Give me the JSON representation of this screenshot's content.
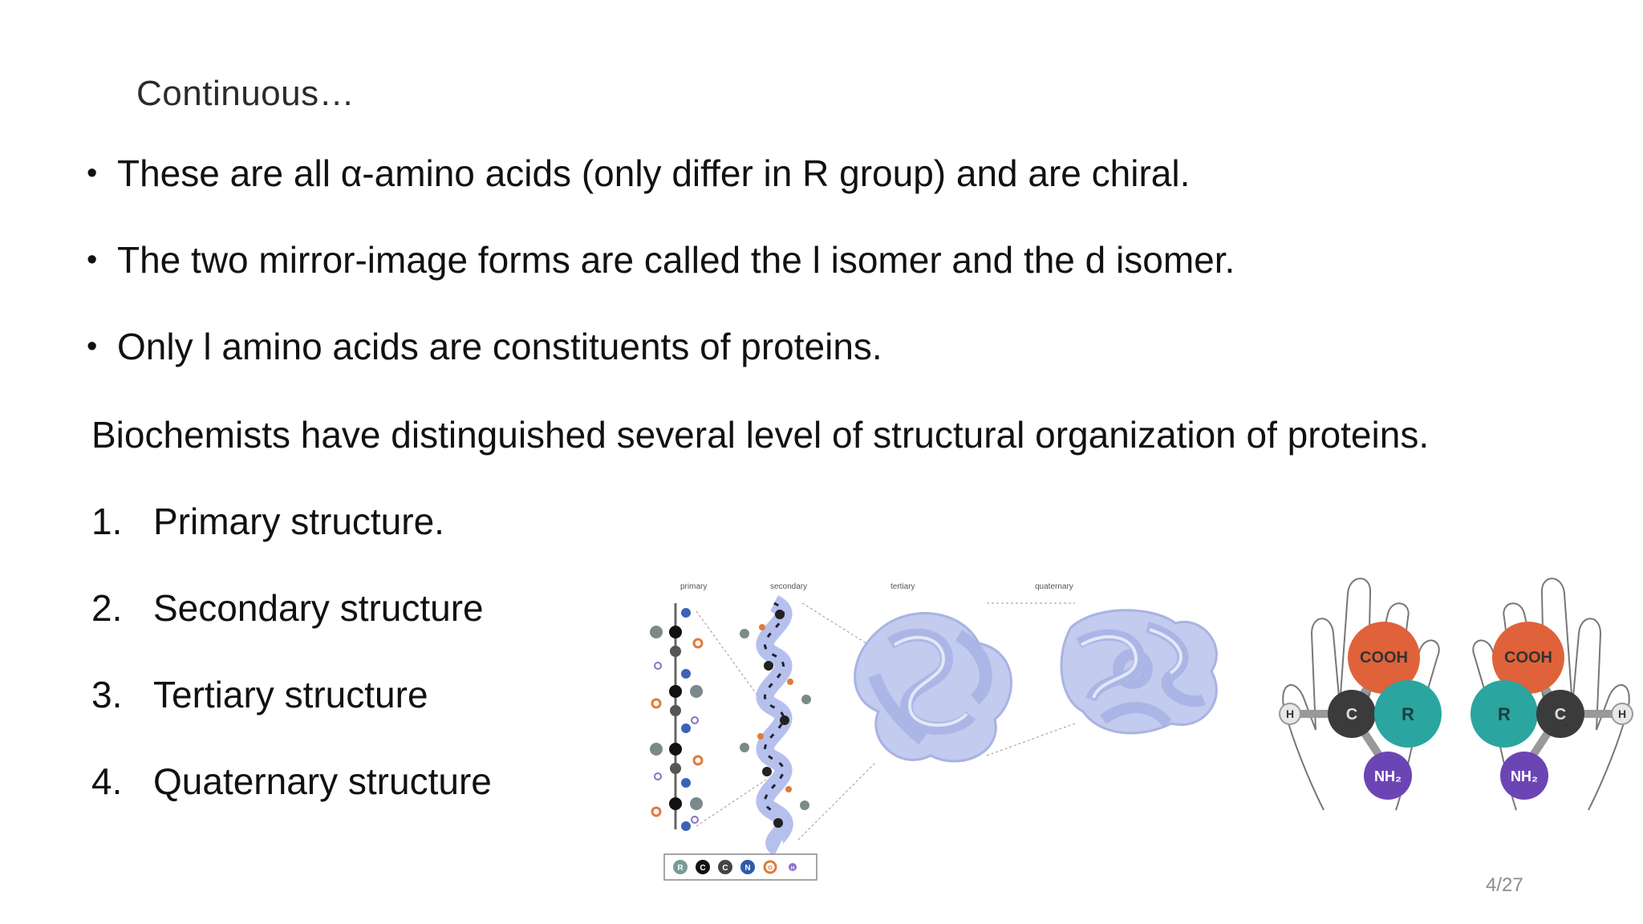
{
  "slide": {
    "title": "Continuous…",
    "bullets": [
      {
        "symbol": "•",
        "text": "These are all α-amino acids (only differ in R group) and are chiral."
      },
      {
        "symbol": "•",
        "text": "The two mirror-image forms are called the l isomer and the d isomer."
      },
      {
        "symbol": "•",
        "text": "Only l amino acids are constituents of proteins."
      }
    ],
    "paragraph": "Biochemists have distinguished several level of structural  organization of proteins.",
    "numbered_list": [
      {
        "number": "1.",
        "text": "Primary structure."
      },
      {
        "number": "2.",
        "text": "Secondary structure"
      },
      {
        "number": "3.",
        "text": "Tertiary structure"
      },
      {
        "number": "4.",
        "text": "Quaternary  structure"
      }
    ],
    "page_number": "4/27"
  },
  "figure_levels": {
    "labels": [
      "primary",
      "secondary",
      "tertiary",
      "quaternary"
    ],
    "key_symbols": [
      "R",
      "C",
      "C",
      "N",
      "O",
      "H"
    ]
  },
  "figure_hands": {
    "left": {
      "top": "COOH",
      "left": "H",
      "center": "C",
      "right": "R",
      "bottom": "NH₂"
    },
    "right": {
      "top": "COOH",
      "left": "R",
      "center": "C",
      "right": "H",
      "bottom": "NH₂"
    }
  },
  "colors": {
    "text": "#111111",
    "page_number": "#8c8c8c",
    "protein_blue": "#b9c3ea",
    "cooh_orange": "#e0623a",
    "r_teal": "#2aa5a0",
    "nh2_purple": "#6c45b5",
    "c_gray": "#3b3b3b"
  }
}
